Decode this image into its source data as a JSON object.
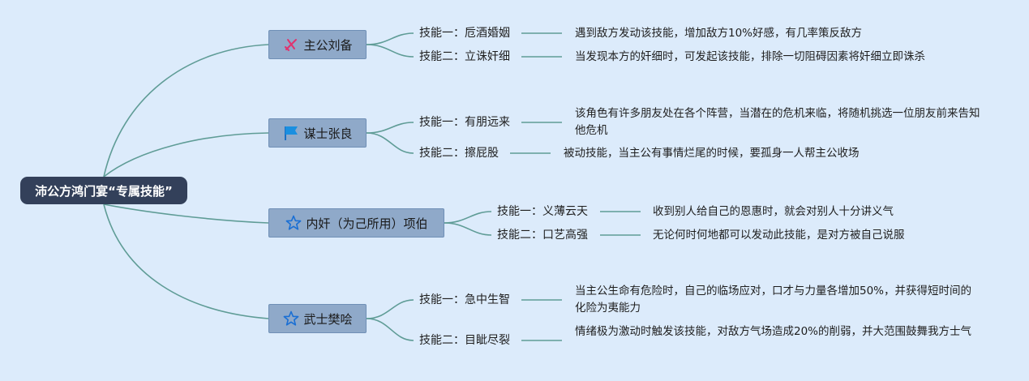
{
  "root": {
    "title": "沛公方鸿门宴“专属技能”"
  },
  "colors": {
    "connector": "#5f9c96",
    "branch_fill": "#8fa9c9",
    "root_fill": "#33405a",
    "background": "#dcebfb"
  },
  "branches": [
    {
      "name": "主公刘备",
      "icon": "swords-icon",
      "skills": [
        {
          "label": "技能一：卮酒婚姻",
          "desc": "遇到敌方发动该技能，增加敌方10%好感，有几率策反敌方"
        },
        {
          "label": "技能二：立诛奸细",
          "desc": "当发现本方的奸细时，可发起该技能，排除一切阻碍因素将奸细立即诛杀"
        }
      ]
    },
    {
      "name": "谋士张良",
      "icon": "flag-icon",
      "skills": [
        {
          "label": "技能一：有朋远来",
          "desc": "该角色有许多朋友处在各个阵营，当潜在的危机来临，将随机挑选一位朋友前来告知他危机"
        },
        {
          "label": "技能二：擦屁股",
          "desc": "被动技能，当主公有事情烂尾的时候，要孤身一人帮主公收场"
        }
      ]
    },
    {
      "name": "内奸（为己所用）项伯",
      "icon": "star-icon",
      "skills": [
        {
          "label": "技能一：义薄云天",
          "desc": "收到别人给自己的恩惠时，就会对别人十分讲义气"
        },
        {
          "label": "技能二：口艺高强",
          "desc": "无论何时何地都可以发动此技能，是对方被自己说服"
        }
      ]
    },
    {
      "name": "武士樊哙",
      "icon": "star-icon",
      "skills": [
        {
          "label": "技能一：急中生智",
          "desc": "当主公生命有危险时，自己的临场应对，口才与力量各增加50%，并获得短时间的化险为夷能力"
        },
        {
          "label": "技能二：目眦尽裂",
          "desc": "情绪极为激动时触发该技能，对敌方气场造成20%的削弱，并大范围鼓舞我方士气"
        }
      ]
    }
  ]
}
